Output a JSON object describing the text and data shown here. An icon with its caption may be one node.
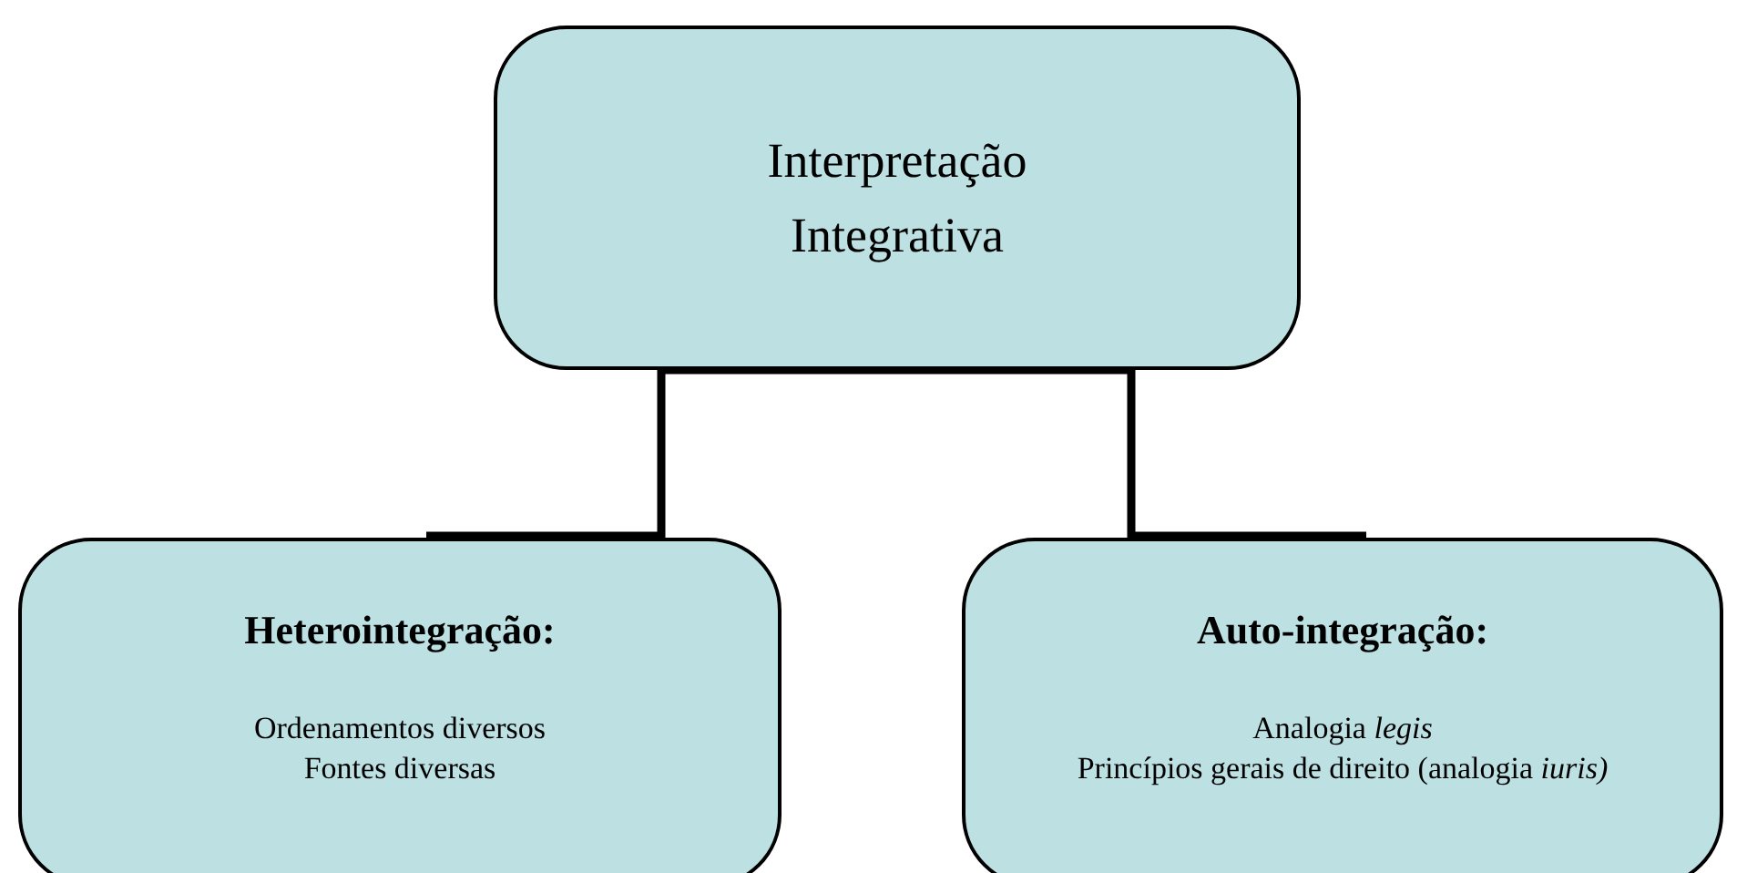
{
  "diagram": {
    "nodes": [
      {
        "text": [
          "Interpretação Integrativa"
        ]
      },
      {
        "text": [
          "Heterointegração:",
          "Ordenamentos diversos",
          "Fontes diversas"
        ]
      },
      {
        "text": [
          "Auto-integração:",
          "Analogia *legis*",
          "Princípios gerais de direito (analogia *iuris)*"
        ]
      }
    ],
    "edges": [
      {
        "from": 0,
        "to": 1,
        "arrow": "none"
      },
      {
        "from": 0,
        "to": 2,
        "arrow": "none"
      }
    ]
  }
}
